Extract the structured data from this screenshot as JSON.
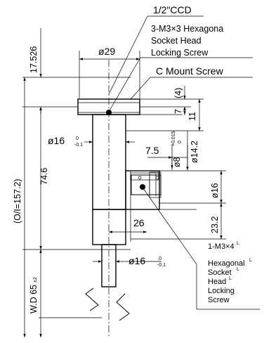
{
  "callouts": {
    "sensor": "1/2\"CCD",
    "locking_screw": [
      "3-M3×3 Hexagona",
      "Socket Head",
      "Locking Screw"
    ],
    "mount": "C Mount Screw",
    "side_screw": [
      "1-M3×4",
      "Hexagonal",
      "Socket",
      "Head",
      "Locking",
      "Screw"
    ],
    "side_screw_marks": [
      "L",
      "L",
      "L",
      "L"
    ]
  },
  "dimensions": {
    "top_diameter": "ø29",
    "overall_top": "17.526",
    "flange_offset": "(4)",
    "flange_thickness": "7",
    "flange_height": "11",
    "barrel_diameter_upper": "ø16",
    "barrel_tol_upper": [
      "0",
      "-0.1"
    ],
    "port_offset": "7.5",
    "port_bore": "ø8",
    "port_bore_tol": [
      "+0.015",
      "0"
    ],
    "port_flange": "ø14.2",
    "port_diameter": "ø16",
    "length_main": "74.6",
    "length_lower": "23.2",
    "center_offset": "26",
    "barrel_diameter_lower": "ø16",
    "barrel_tol_lower": [
      "0",
      "-0.1"
    ],
    "overall_length": "(O/I=157.2)",
    "working_distance": "W.D 65",
    "working_distance_tol": "±2"
  }
}
